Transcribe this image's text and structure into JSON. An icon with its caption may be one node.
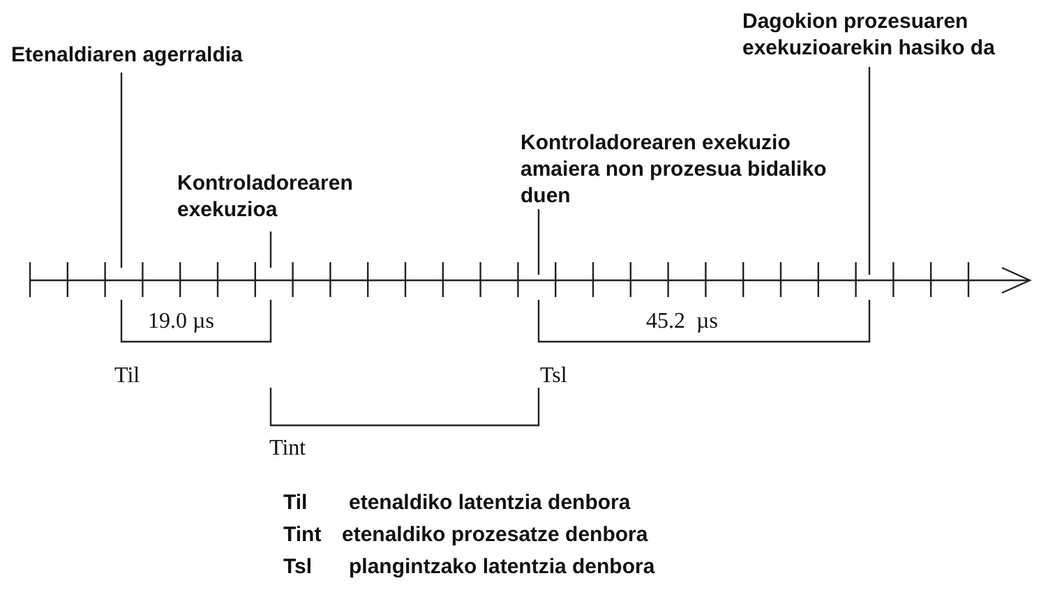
{
  "diagram": {
    "nodes": [
      {
        "text": [
          "Etenaldiaren agerraldia"
        ]
      },
      {
        "text": [
          "Kontroladorearen exekuzioa"
        ]
      },
      {
        "text": [
          "Kontroladorearen exekuzio amaiera non prozesua bidaliko duen"
        ]
      },
      {
        "text": [
          "Dagokion prozesuaren exekuzioarekin hasiko da"
        ]
      }
    ],
    "edges": [
      {
        "from": 0,
        "to": null,
        "arrow": "none"
      },
      {
        "from": 1,
        "to": null,
        "arrow": "none"
      },
      {
        "from": 2,
        "to": null,
        "arrow": "none"
      },
      {
        "from": 3,
        "to": null,
        "arrow": "none"
      }
    ],
    "labels": [
      "19.0 µs",
      "45.2  µs",
      "Til",
      "Tsl",
      "Tint",
      "Til",
      "etenaldiko latentzia denbora",
      "Tint",
      "etenaldiko prozesatze denbora",
      "Tsl",
      "plangintzako latentzia denbora"
    ]
  }
}
